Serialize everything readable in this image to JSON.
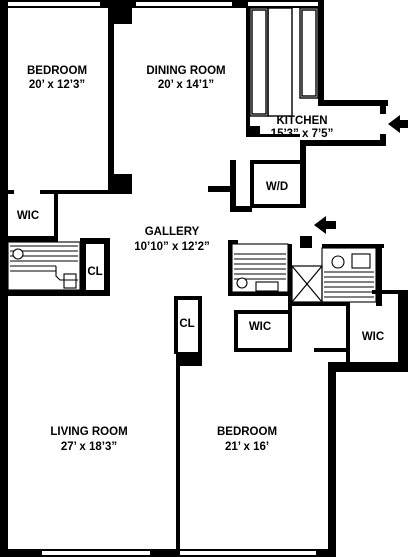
{
  "rooms": {
    "bedroom_top": {
      "name": "BEDROOM",
      "dims": "20’ x 12’3”"
    },
    "dining": {
      "name": "DINING ROOM",
      "dims": "20’ x 14’1”"
    },
    "kitchen": {
      "name": "KITCHEN",
      "dims": "15’3” x 7’5”"
    },
    "wd": {
      "name": "W/D"
    },
    "gallery": {
      "name": "GALLERY",
      "dims": "10’10” x 12’2”"
    },
    "wic_left": {
      "name": "WIC"
    },
    "cl_left": {
      "name": "CL"
    },
    "cl_mid": {
      "name": "CL"
    },
    "wic_mid": {
      "name": "WIC"
    },
    "wic_right": {
      "name": "WIC"
    },
    "living": {
      "name": "LIVING ROOM",
      "dims": "27’ x 18’3”"
    },
    "bedroom_bottom": {
      "name": "BEDROOM",
      "dims": "21’ x 16’"
    }
  },
  "colors": {
    "wall": "#000000",
    "background": "#ffffff"
  },
  "icons": [
    "entry-arrow-icon",
    "kitchen-entry-arrow-icon"
  ]
}
